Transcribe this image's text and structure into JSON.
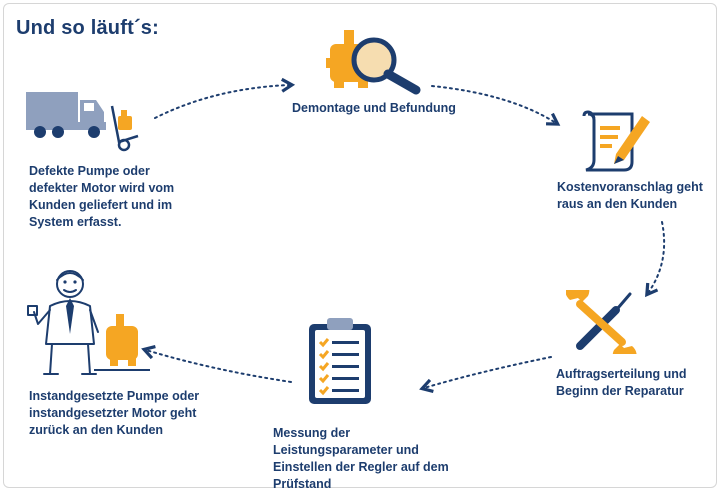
{
  "heading": "Und so läuft´s:",
  "steps": [
    {
      "id": "delivery",
      "icon": "truck-pump-icon",
      "text": "Defekte Pumpe oder defekter Motor wird vom Kunden geliefert und im System erfasst."
    },
    {
      "id": "inspection",
      "icon": "magnifier-pump-icon",
      "text": "Demontage und Befundung"
    },
    {
      "id": "estimate",
      "icon": "document-pencil-icon",
      "text": "Kostenvoranschlag geht raus an den Kunden"
    },
    {
      "id": "repair",
      "icon": "wrench-screwdriver-icon",
      "text": "Auftragserteilung und Beginn der Reparatur"
    },
    {
      "id": "testing",
      "icon": "clipboard-checklist-icon",
      "text": "Messung der Leistungsparameter und Einstellen der Regler auf dem Prüfstand"
    },
    {
      "id": "return",
      "icon": "person-thumbs-up-pump-icon",
      "text": "Instandgesetzte Pumpe oder instandgesetzter Motor geht zurück an den Kunden"
    }
  ],
  "colors": {
    "navy": "#1d3d6e",
    "orange": "#f5a623",
    "truck": "#8fa0be",
    "line": "#1d3d6e"
  }
}
